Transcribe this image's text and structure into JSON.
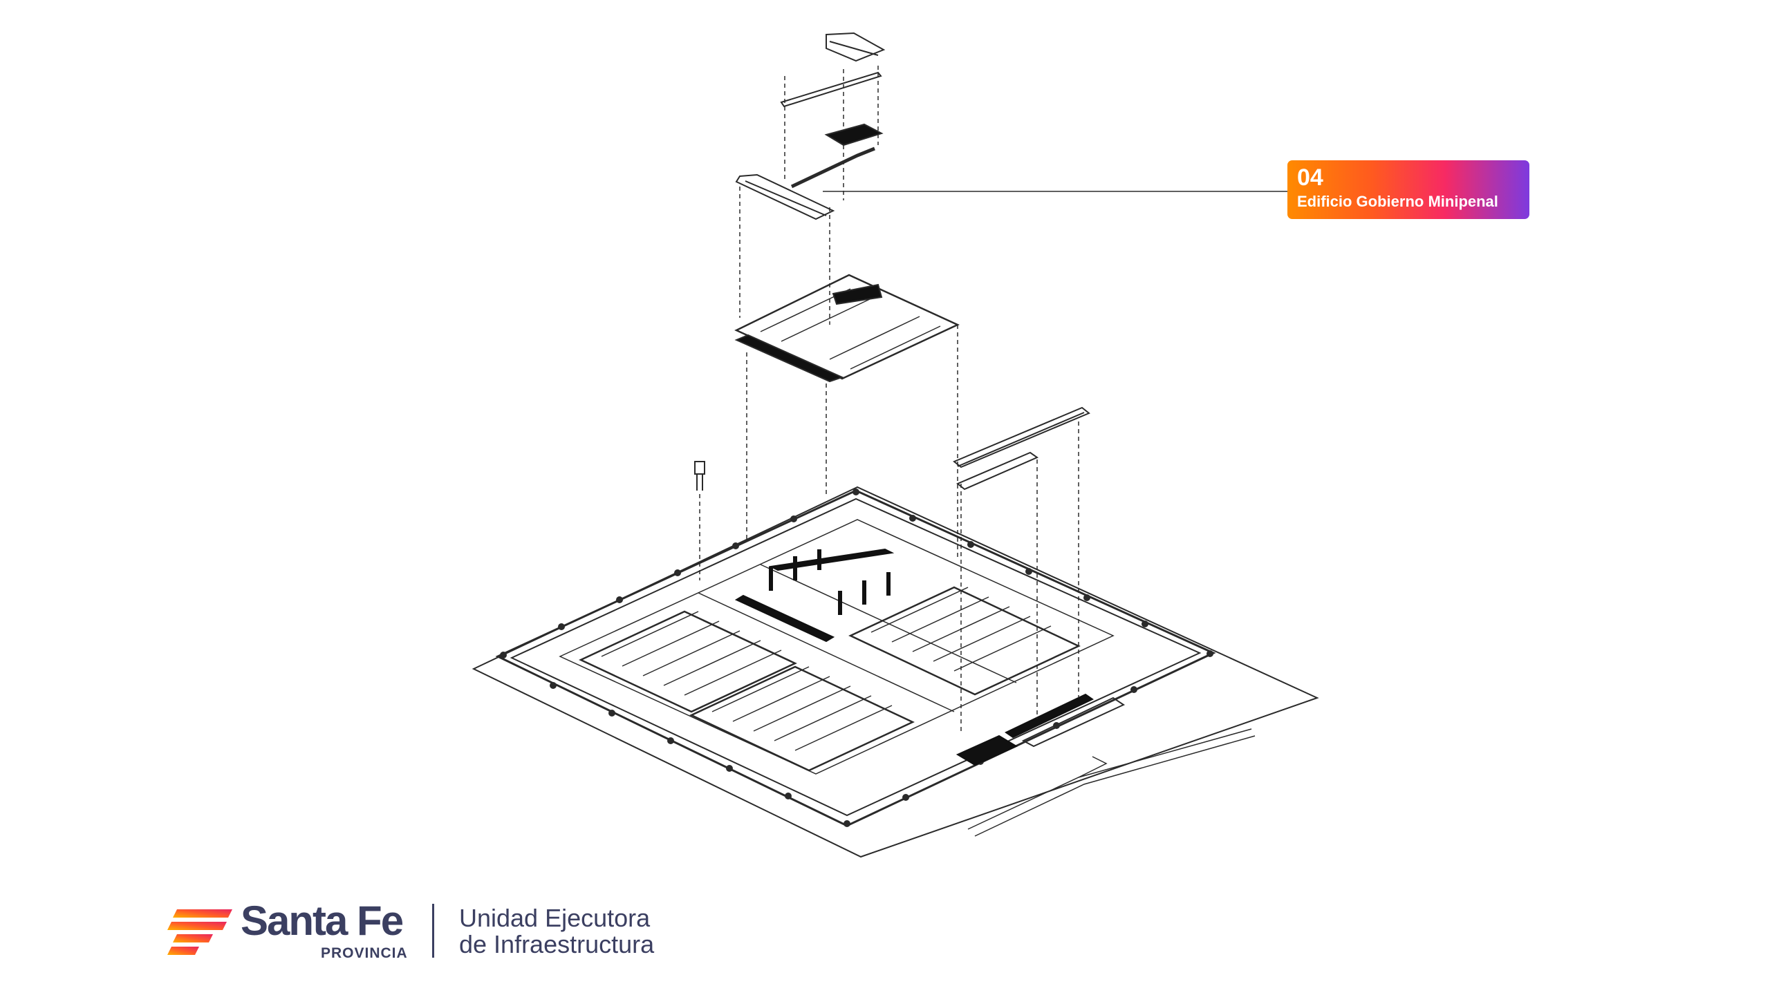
{
  "callout": {
    "number": "04",
    "label": "Edificio Gobierno Minipenal"
  },
  "brand": {
    "name": "Santa Fe",
    "sub": "PROVINCIA",
    "unit_line1": "Unidad Ejecutora",
    "unit_line2": "de Infraestructura"
  },
  "colors": {
    "line": "#2a2a2a",
    "brand_text": "#3b3f61",
    "gradient": [
      "#ff8a00",
      "#ff5a1f",
      "#f72a63",
      "#7d3adf"
    ]
  }
}
